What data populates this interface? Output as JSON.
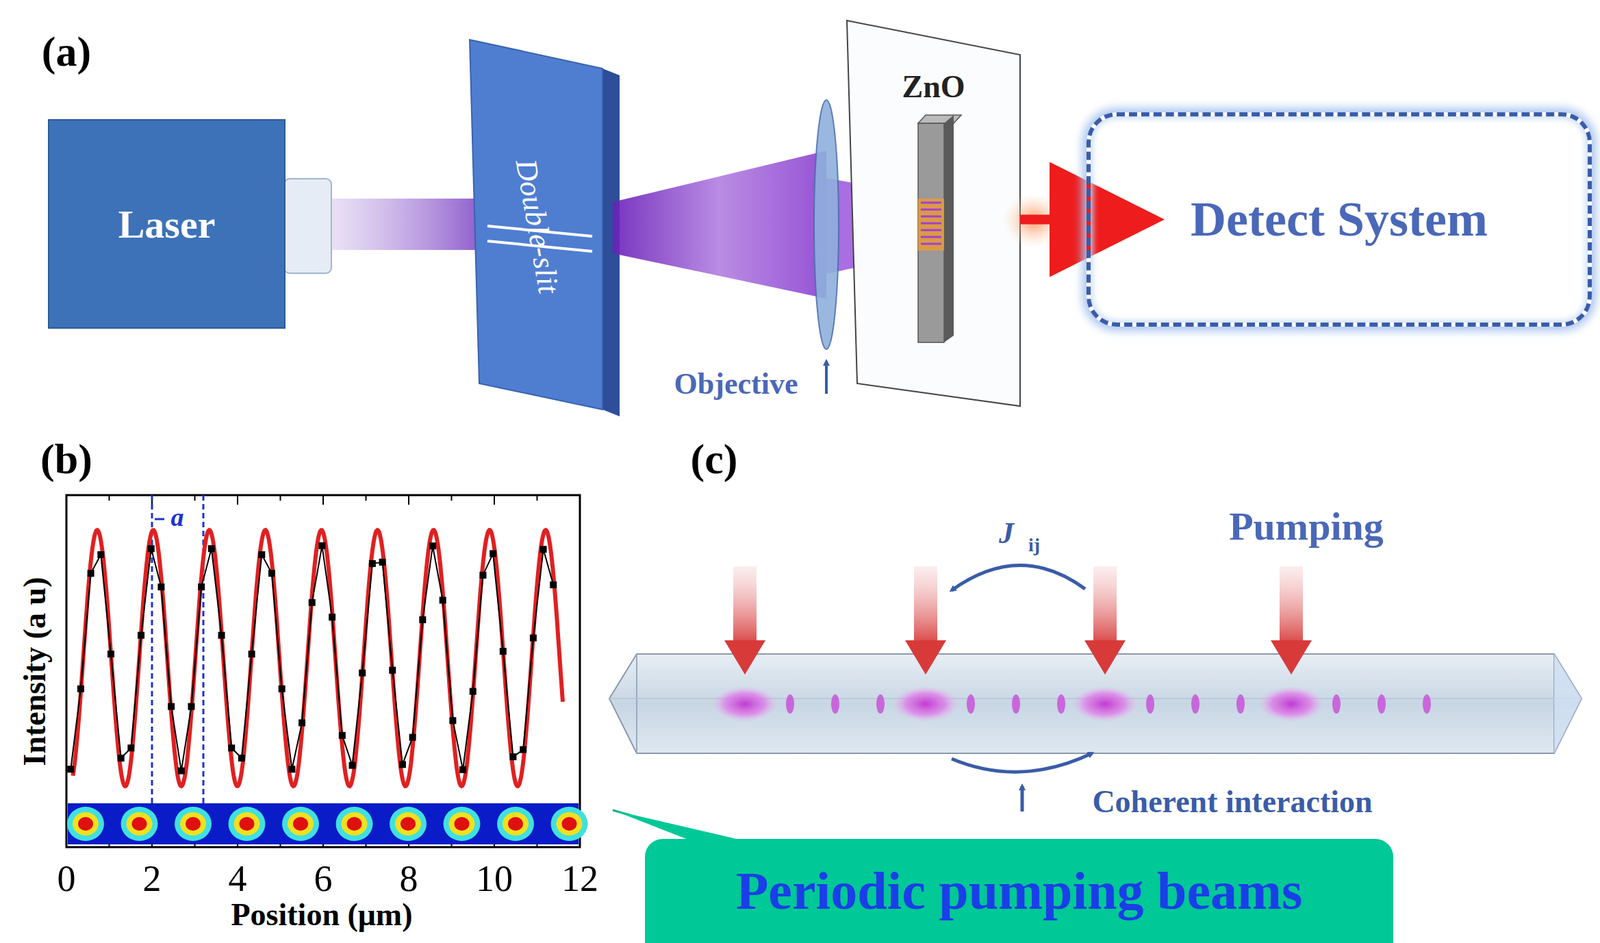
{
  "diagram": {
    "nodes": [
      {
        "text": [
          "Laser"
        ]
      },
      {
        "text": [
          "Double-slit"
        ]
      },
      {
        "text": [
          "ZnO"
        ]
      },
      {
        "text": [
          "Detect System"
        ]
      },
      {
        "text": [
          "Periodic pumping beams"
        ]
      }
    ],
    "edges": [
      {
        "from": 2,
        "to": 3,
        "arrow": "to"
      }
    ],
    "labels": [
      "(a)",
      "Objective",
      "(b)",
      "(c)",
      "a",
      "0",
      "2",
      "4",
      "6",
      "8",
      "10",
      "12",
      "Position (μm)",
      "Intensity (a u)",
      "Pumping",
      "J",
      "ij",
      "Coherent interaction"
    ]
  }
}
